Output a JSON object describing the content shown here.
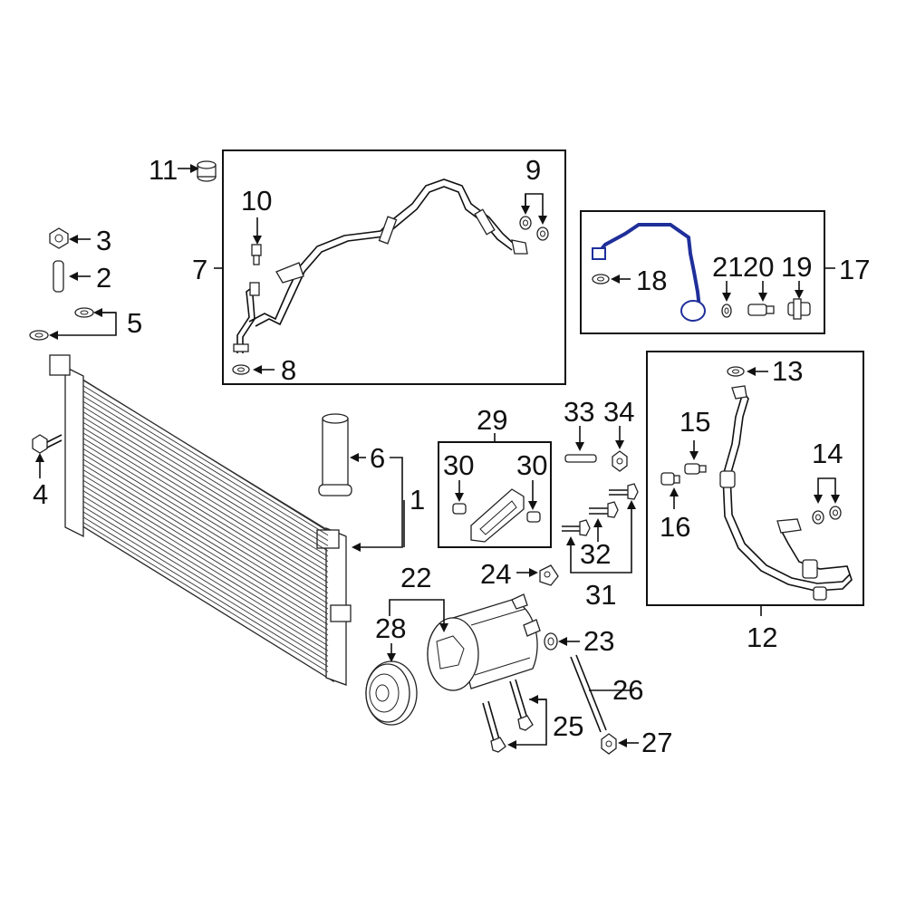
{
  "diagram": {
    "highlight_color": "#1f2f9a",
    "line_color": "#111111",
    "highlighted_part": "17",
    "callouts": [
      "1",
      "2",
      "3",
      "4",
      "5",
      "6",
      "7",
      "8",
      "9",
      "10",
      "11",
      "12",
      "13",
      "14",
      "15",
      "16",
      "17",
      "18",
      "19",
      "20",
      "21",
      "22",
      "23",
      "24",
      "25",
      "26",
      "27",
      "28",
      "29",
      "30",
      "30",
      "31",
      "32",
      "33",
      "34"
    ]
  }
}
